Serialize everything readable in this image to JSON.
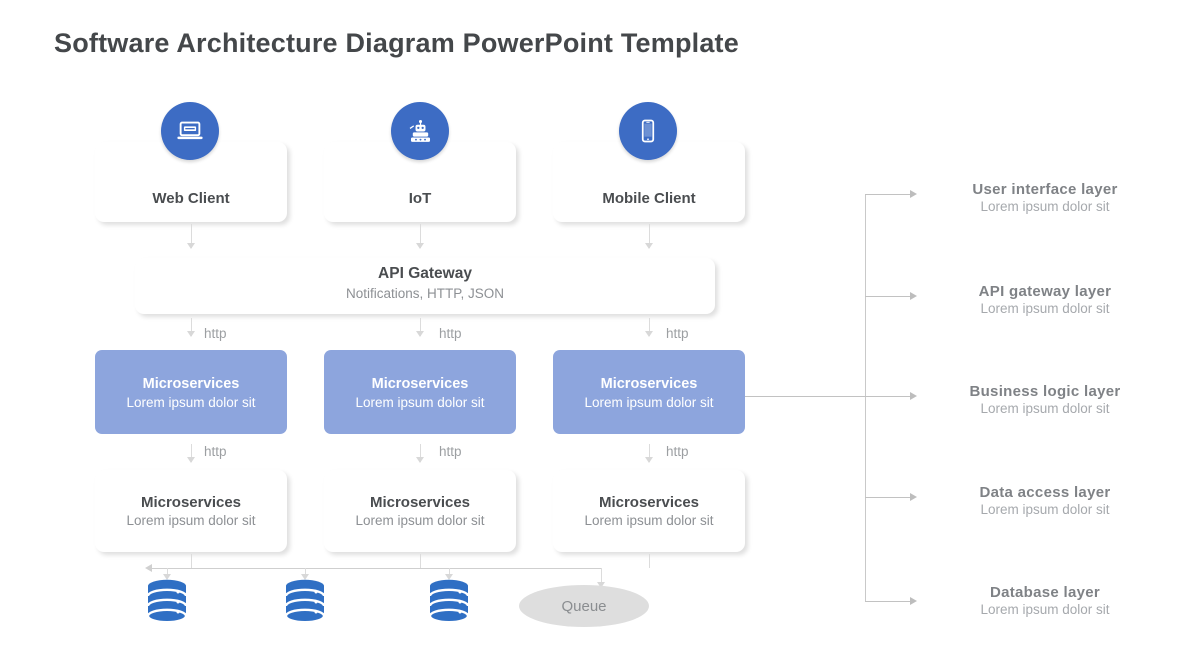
{
  "title": "Software Architecture Diagram PowerPoint Template",
  "colors": {
    "icon_circle": "#3d6cc4",
    "microservice_blue": "#8da5dd",
    "database_blue": "#2f6fc4",
    "queue_gray": "#dedede",
    "title_text": "#44474a",
    "body_text": "#8d9094"
  },
  "clients": [
    {
      "label": "Web Client",
      "icon": "laptop-icon"
    },
    {
      "label": "IoT",
      "icon": "robot-icon"
    },
    {
      "label": "Mobile Client",
      "icon": "smartphone-icon"
    }
  ],
  "gateway": {
    "title": "API Gateway",
    "subtitle": "Notifications, HTTP, JSON"
  },
  "protocol_labels": {
    "gateway_to_micro": [
      "http",
      "http",
      "http"
    ],
    "micro_to_micro": [
      "http",
      "http",
      "http"
    ]
  },
  "microservices_primary": [
    {
      "title": "Microservices",
      "subtitle": "Lorem ipsum dolor sit"
    },
    {
      "title": "Microservices",
      "subtitle": "Lorem ipsum dolor sit"
    },
    {
      "title": "Microservices",
      "subtitle": "Lorem ipsum dolor sit"
    }
  ],
  "microservices_secondary": [
    {
      "title": "Microservices",
      "subtitle": "Lorem ipsum dolor sit"
    },
    {
      "title": "Microservices",
      "subtitle": "Lorem ipsum dolor sit"
    },
    {
      "title": "Microservices",
      "subtitle": "Lorem ipsum dolor sit"
    }
  ],
  "databases": [
    {
      "name": "database-cylinder-1"
    },
    {
      "name": "database-cylinder-2"
    },
    {
      "name": "database-cylinder-3"
    }
  ],
  "queue": {
    "label": "Queue"
  },
  "layers": [
    {
      "title": "User interface layer",
      "subtitle": "Lorem ipsum dolor sit"
    },
    {
      "title": "API gateway layer",
      "subtitle": "Lorem ipsum dolor sit"
    },
    {
      "title": "Business logic layer",
      "subtitle": "Lorem ipsum dolor sit"
    },
    {
      "title": "Data access layer",
      "subtitle": "Lorem ipsum dolor sit"
    },
    {
      "title": "Database layer",
      "subtitle": "Lorem ipsum dolor sit"
    }
  ]
}
